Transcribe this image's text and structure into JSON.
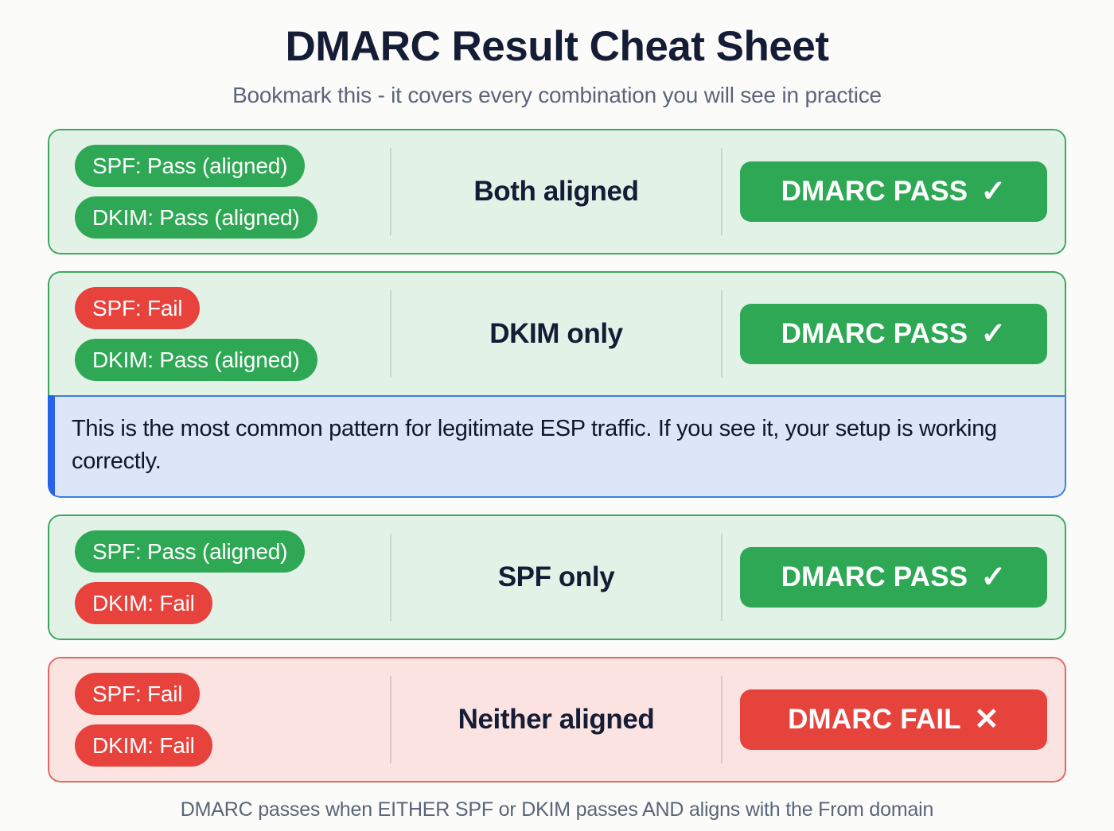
{
  "header": {
    "title": "DMARC Result Cheat Sheet",
    "subtitle": "Bookmark this - it covers every combination you will see in practice"
  },
  "colors": {
    "page_background": "#fbfbfa",
    "pass_green": "#2fa855",
    "fail_red": "#e7423c",
    "pass_card_background": "#e3f2e7",
    "pass_card_border": "#3aa85e",
    "fail_card_background": "#fbe3e1",
    "fail_card_border": "#e2675f",
    "note_background": "#dde6f8",
    "note_border": "#3b7fe0",
    "note_accent": "#2563eb",
    "title_color": "#151c36",
    "muted_text": "#5b6577"
  },
  "rows": [
    {
      "pills": [
        {
          "label": "SPF: Pass (aligned)",
          "state": "pass"
        },
        {
          "label": "DKIM: Pass (aligned)",
          "state": "pass"
        }
      ],
      "summary": "Both aligned",
      "verdict": {
        "label": "DMARC PASS",
        "icon": "checkmark-icon",
        "glyph": "✓",
        "state": "pass"
      },
      "note": null
    },
    {
      "pills": [
        {
          "label": "SPF: Fail",
          "state": "fail"
        },
        {
          "label": "DKIM: Pass (aligned)",
          "state": "pass"
        }
      ],
      "summary": "DKIM only",
      "verdict": {
        "label": "DMARC PASS",
        "icon": "checkmark-icon",
        "glyph": "✓",
        "state": "pass"
      },
      "note": "This is the most common pattern for legitimate ESP traffic. If you see it, your setup is working correctly."
    },
    {
      "pills": [
        {
          "label": "SPF: Pass (aligned)",
          "state": "pass"
        },
        {
          "label": "DKIM: Fail",
          "state": "fail"
        }
      ],
      "summary": "SPF only",
      "verdict": {
        "label": "DMARC PASS",
        "icon": "checkmark-icon",
        "glyph": "✓",
        "state": "pass"
      },
      "note": null
    },
    {
      "pills": [
        {
          "label": "SPF: Fail",
          "state": "fail"
        },
        {
          "label": "DKIM: Fail",
          "state": "fail"
        }
      ],
      "summary": "Neither aligned",
      "verdict": {
        "label": "DMARC FAIL",
        "icon": "cross-icon",
        "glyph": "✕",
        "state": "fail"
      },
      "note": null
    }
  ],
  "footer": {
    "text": "DMARC passes when EITHER SPF or DKIM passes AND aligns with the From domain"
  }
}
